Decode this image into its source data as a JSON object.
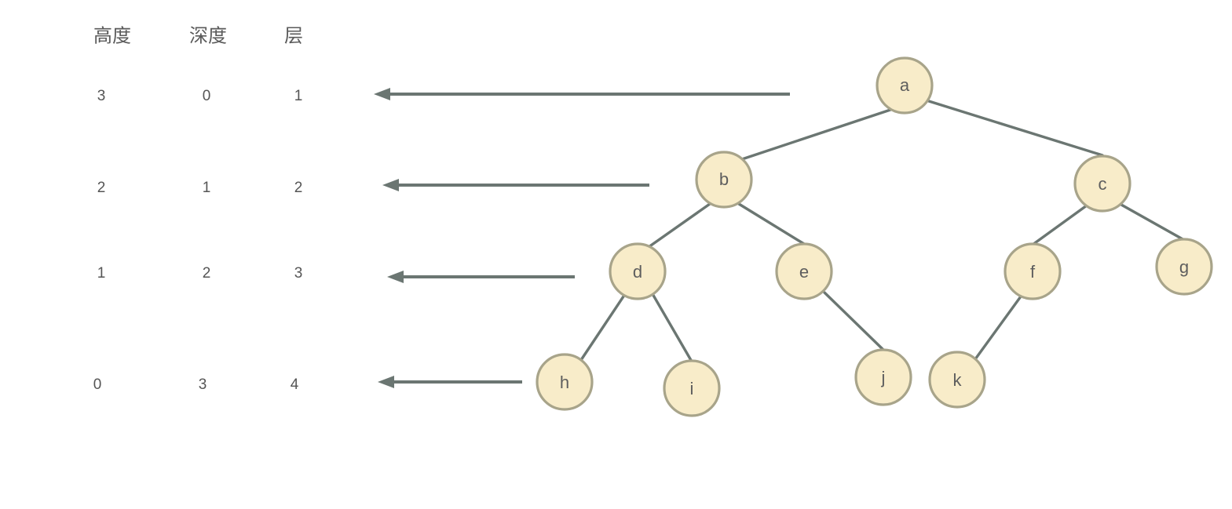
{
  "table": {
    "headers": [
      "高度",
      "深度",
      "层"
    ],
    "rows": [
      [
        "3",
        "0",
        "1"
      ],
      [
        "2",
        "1",
        "2"
      ],
      [
        "1",
        "2",
        "3"
      ],
      [
        "0",
        "3",
        "4"
      ]
    ]
  },
  "tree": {
    "nodes": [
      "a",
      "b",
      "c",
      "d",
      "e",
      "f",
      "g",
      "h",
      "i",
      "j",
      "k"
    ],
    "edges": [
      [
        "a",
        "b"
      ],
      [
        "a",
        "c"
      ],
      [
        "b",
        "d"
      ],
      [
        "b",
        "e"
      ],
      [
        "c",
        "f"
      ],
      [
        "c",
        "g"
      ],
      [
        "d",
        "h"
      ],
      [
        "d",
        "i"
      ],
      [
        "e",
        "j"
      ],
      [
        "f",
        "k"
      ]
    ]
  },
  "colors": {
    "node_fill": "#f8ecc9",
    "node_stroke": "#a8a48a",
    "line": "#6b7672",
    "text": "#555555"
  }
}
